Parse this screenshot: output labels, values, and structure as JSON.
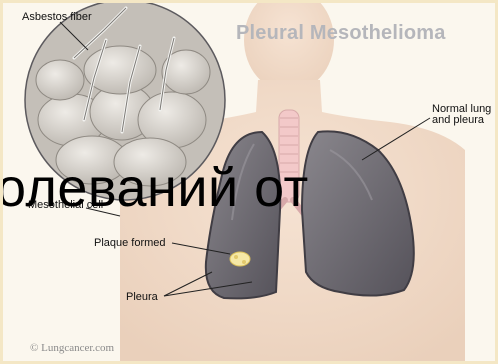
{
  "title": "Pleural Mesothelioma",
  "labels": {
    "asbestos_fiber": "Asbestos fiber",
    "normal_lung_line1": "Normal lung",
    "normal_lung_line2": "and pleura",
    "mesothelial_cell": "Mesothelial cell",
    "plaque_formed": "Plaque formed",
    "pleura": "Pleura"
  },
  "overlay_text": "олеваний от",
  "copyright": "© Lungcancer.com",
  "colors": {
    "background": "#fbf7ee",
    "border": "#f4e7c5",
    "title": "#b5b6bb",
    "skin": "#f1d9c4",
    "lung": "#6f6b72",
    "cell": "#d6d2cb"
  }
}
